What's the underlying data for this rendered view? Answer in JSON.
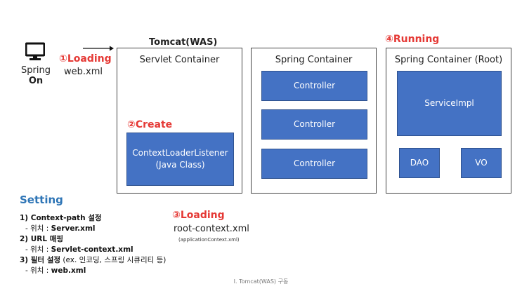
{
  "spring": {
    "line1": "Spring",
    "line2": "On"
  },
  "loading1": {
    "label": "①Loading",
    "file": "web.xml"
  },
  "tomcat_title": "Tomcat(WAS)",
  "servlet_container": {
    "title": "Servlet Container",
    "create_label": "②Create",
    "listener_line1": "ContextLoaderListener",
    "listener_line2": "(Java Class)"
  },
  "spring_container": {
    "title": "Spring Container",
    "controllers": [
      "Controller",
      "Controller",
      "Controller"
    ]
  },
  "running_label": "④Running",
  "root_container": {
    "title": "Spring Container (Root)",
    "service": "ServiceImpl",
    "dao": "DAO",
    "vo": "VO"
  },
  "loading3": {
    "label": "③Loading",
    "file": "root-context.xml",
    "note": "(applicationContext.xml)"
  },
  "setting": {
    "title": "Setting",
    "items": [
      {
        "head": "1) Context-path 설정",
        "head_extra": "",
        "loc_prefix": "- 위치 : ",
        "loc": "Server.xml"
      },
      {
        "head": "2) URL 매핑",
        "head_extra": "",
        "loc_prefix": "- 위치 : ",
        "loc": "Servlet-context.xml"
      },
      {
        "head": "3) 필터 설정",
        "head_extra": " (ex. 인코딩, 스프링 시큐리티 등)",
        "loc_prefix": "- 위치 : ",
        "loc": "web.xml"
      }
    ]
  },
  "caption": "I. Tomcat(WAS) 구동",
  "colors": {
    "box_blue": "#4472c4",
    "accent_red": "#e53935",
    "setting_blue": "#2e75b6"
  }
}
